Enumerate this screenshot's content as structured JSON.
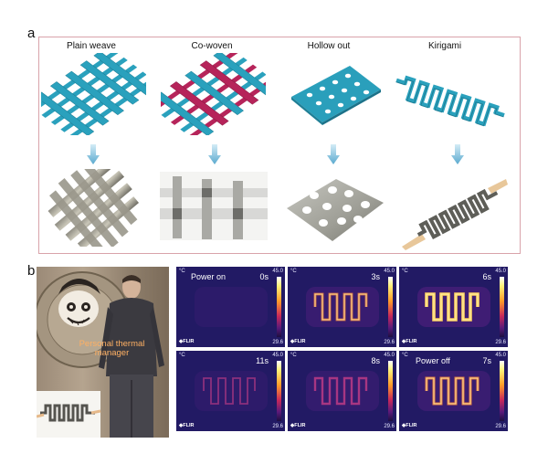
{
  "panel_a": {
    "letter": "a",
    "columns": [
      {
        "title": "Plain weave"
      },
      {
        "title": "Co-woven"
      },
      {
        "title": "Hollow out"
      },
      {
        "title": "Kirigami"
      }
    ]
  },
  "panel_b": {
    "letter": "b",
    "photo_label": "Personal thermal\nmanager",
    "tiles": [
      {
        "unit": "°C",
        "label": "Power on",
        "time": "0s",
        "max": "45.0",
        "min": "29.6",
        "brand": "FLIR",
        "heat": 0.0
      },
      {
        "unit": "°C",
        "label": "",
        "time": "3s",
        "max": "45.0",
        "min": "29.6",
        "brand": "FLIR",
        "heat": 0.6
      },
      {
        "unit": "°C",
        "label": "",
        "time": "6s",
        "max": "45.0",
        "min": "29.6",
        "brand": "FLIR",
        "heat": 1.0
      },
      {
        "unit": "°C",
        "label": "",
        "time": "11s",
        "max": "45.0",
        "min": "29.6",
        "brand": "FLIR",
        "heat": 0.1
      },
      {
        "unit": "°C",
        "label": "",
        "time": "8s",
        "max": "45.0",
        "min": "29.6",
        "brand": "FLIR",
        "heat": 0.4
      },
      {
        "unit": "°C",
        "label": "Power off",
        "time": "7s",
        "max": "45.0",
        "min": "29.6",
        "brand": "FLIR",
        "heat": 0.7
      }
    ]
  },
  "colors": {
    "teal": "#2aa1bd",
    "crimson": "#b6245a",
    "frame": "#d9a3aa",
    "arrow": "#5aa9cf"
  }
}
